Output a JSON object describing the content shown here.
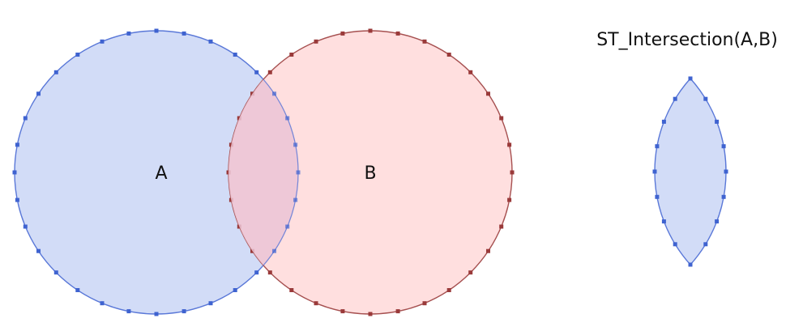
{
  "diagram": {
    "title": "ST_Intersection(A,B)",
    "polygons": [
      {
        "id": "A",
        "label": "A",
        "fill": "#d2dcf7",
        "stroke": "#5a78d8",
        "vertex_color": "#3f63d0"
      },
      {
        "id": "B",
        "label": "B",
        "fill": "#ffd6d6",
        "stroke": "#a65050",
        "vertex_color": "#9a3a3a"
      }
    ],
    "overlap_fill": "#ecc6d6",
    "result": {
      "shape": "lens",
      "fill": "#d2dcf7",
      "stroke": "#5a78d8",
      "vertex_color": "#3f63d0"
    }
  }
}
